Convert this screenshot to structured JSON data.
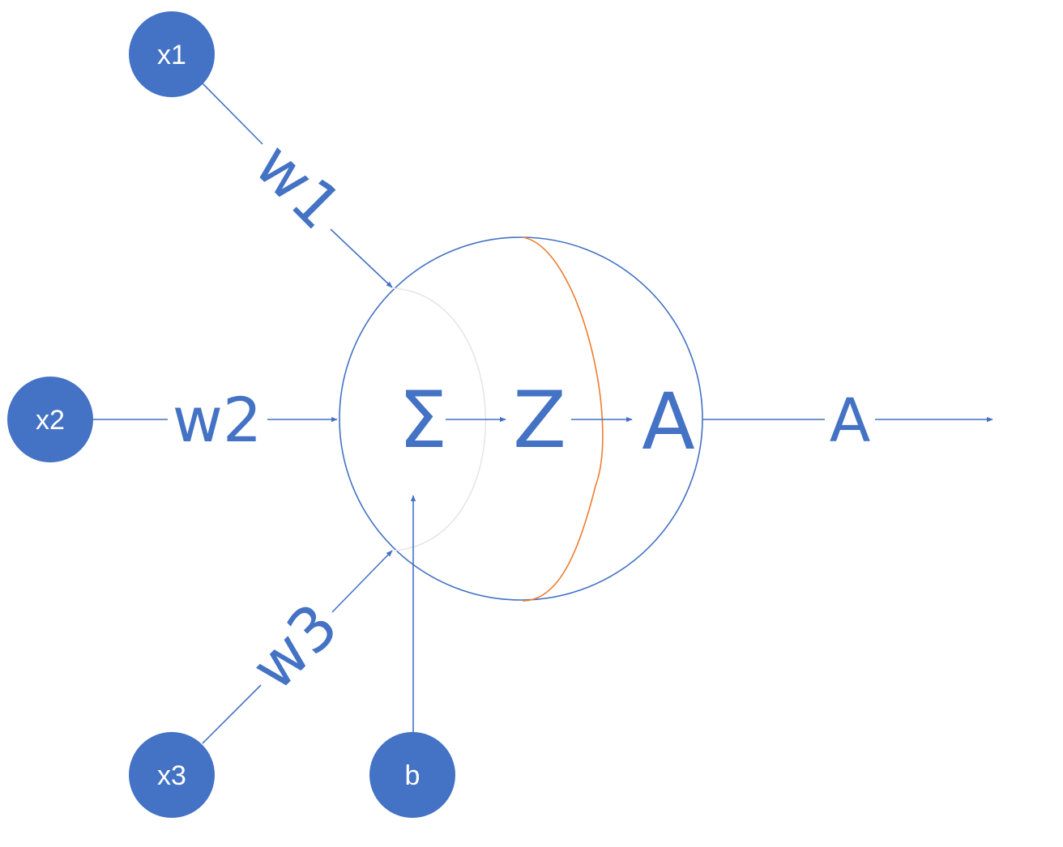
{
  "inputs": {
    "x1": "x1",
    "x2": "x2",
    "x3": "x3",
    "bias": "b"
  },
  "weights": {
    "w1": "w1",
    "w2": "w2",
    "w3": "w3"
  },
  "neuron": {
    "sum_symbol": "Σ",
    "z_label": "Z",
    "a_label": "A"
  },
  "output": {
    "label": "A"
  },
  "colors": {
    "node_fill": "#4472C4",
    "line": "#4472C4",
    "activation_divider": "#ED7D31",
    "sum_divider": "#E6E6E6"
  }
}
